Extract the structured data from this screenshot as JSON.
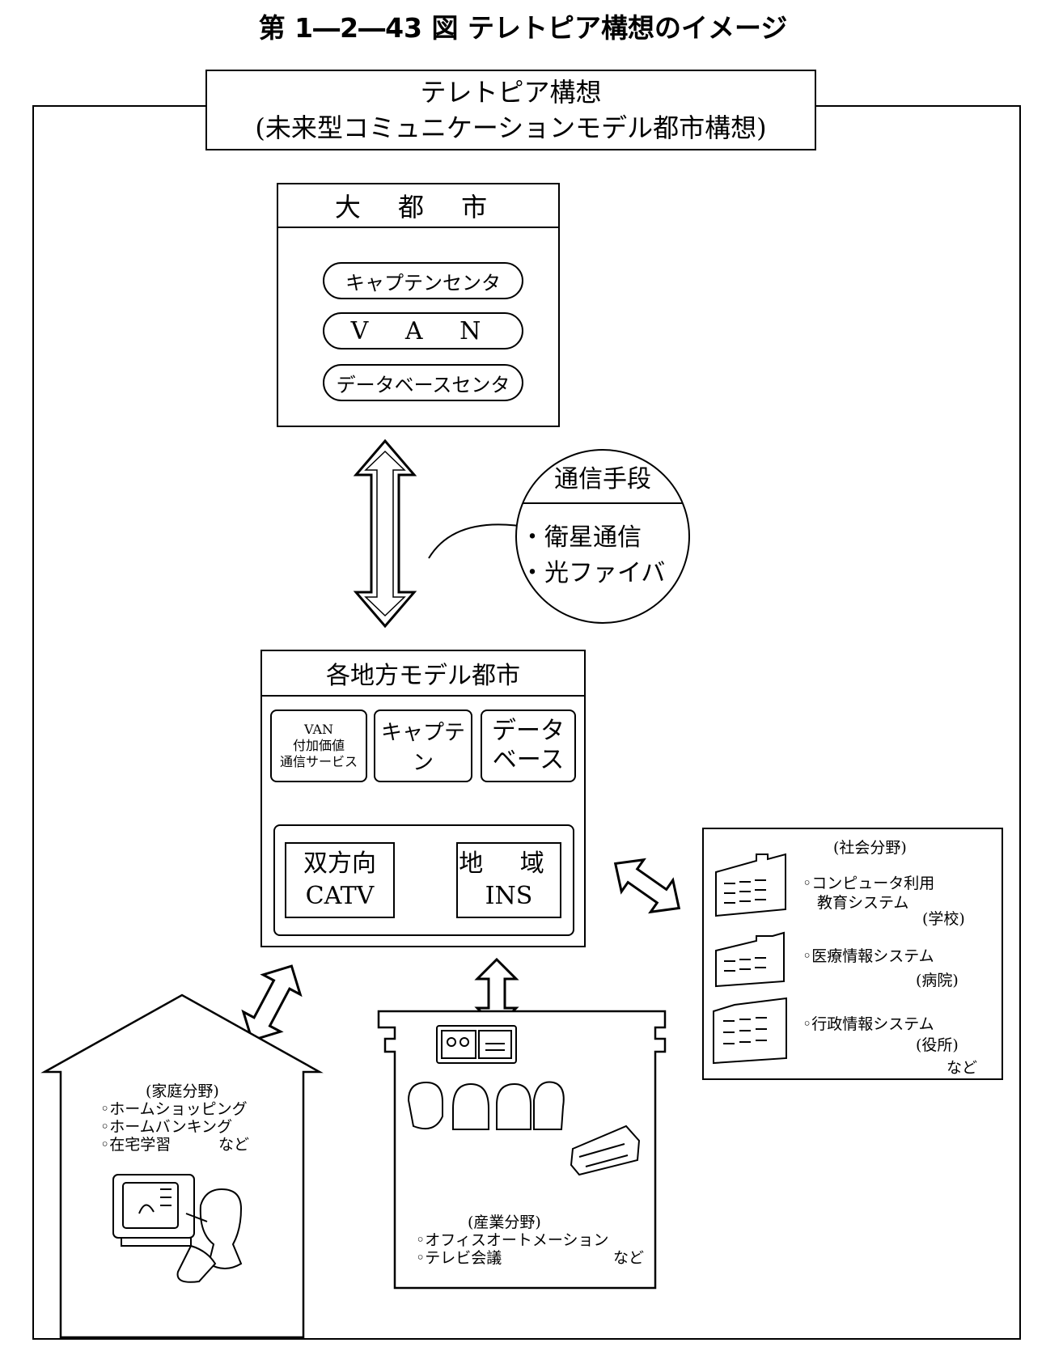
{
  "figure_title": "第 1―2―43 図 テレトピア構想のイメージ",
  "header": {
    "line1": "テレトピア構想",
    "line2": "(未来型コミュニケーションモデル都市構想)"
  },
  "major_city": {
    "title": "大 都 市",
    "items": [
      "キャプテンセンタ",
      "V A N",
      "データベースセンタ"
    ]
  },
  "communication": {
    "title": "通信手段",
    "items": [
      "・衛星通信",
      "・光ファイバ"
    ]
  },
  "regional_city": {
    "title": "各地方モデル都市",
    "services": {
      "van_line1": "VAN",
      "van_line2": "付加価値",
      "van_line3": "通信サービス",
      "captain": "キャプテン",
      "database_line1": "データ",
      "database_line2": "ベース"
    },
    "catv_line1": "双方向",
    "catv_line2": "CATV",
    "ins_line1": "地 域",
    "ins_line2": "INS"
  },
  "social": {
    "title": "(社会分野)",
    "items": [
      {
        "line1": "◦コンピュータ利用",
        "line2": "教育システム",
        "place": "(学校)"
      },
      {
        "line1": "◦医療情報システム",
        "place": "(病院)"
      },
      {
        "line1": "◦行政情報システム",
        "place": "(役所)"
      }
    ],
    "etc": "など"
  },
  "home": {
    "title": "(家庭分野)",
    "items": [
      "◦ホームショッピング",
      "◦ホームバンキング",
      "◦在宅学習"
    ],
    "etc": "など"
  },
  "industry": {
    "title": "(産業分野)",
    "items": [
      "◦オフィスオートメーション",
      "◦テレビ会議"
    ],
    "etc": "など"
  }
}
